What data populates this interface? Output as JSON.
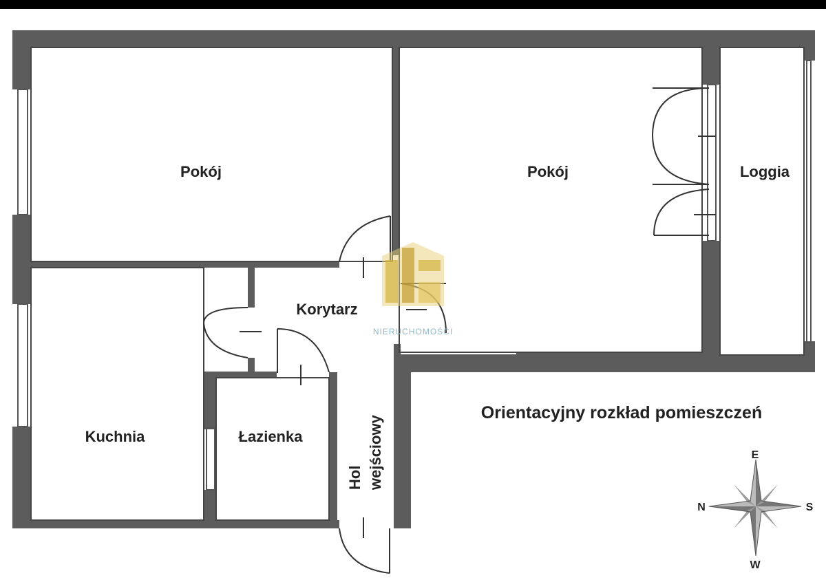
{
  "rooms": {
    "pokoj_left": "Pokój",
    "pokoj_right": "Pokój",
    "loggia": "Loggia",
    "korytarz": "Korytarz",
    "kuchnia": "Kuchnia",
    "lazienka": "Łazienka",
    "hol_line1": "Hol",
    "hol_line2": "wejściowy"
  },
  "caption": "Orientacyjny rozkład pomieszczeń",
  "compass": {
    "north": "N",
    "east": "E",
    "south": "S",
    "west": "W"
  },
  "watermark": {
    "text": "NIERUCHOMOŚCI"
  },
  "colors": {
    "wall": "#5a5a5a",
    "wall_light": "#6e6e6e",
    "line": "#444444",
    "text": "#222222",
    "watermark_gold": "#d8b84c",
    "watermark_text": "#8fb8c8"
  }
}
